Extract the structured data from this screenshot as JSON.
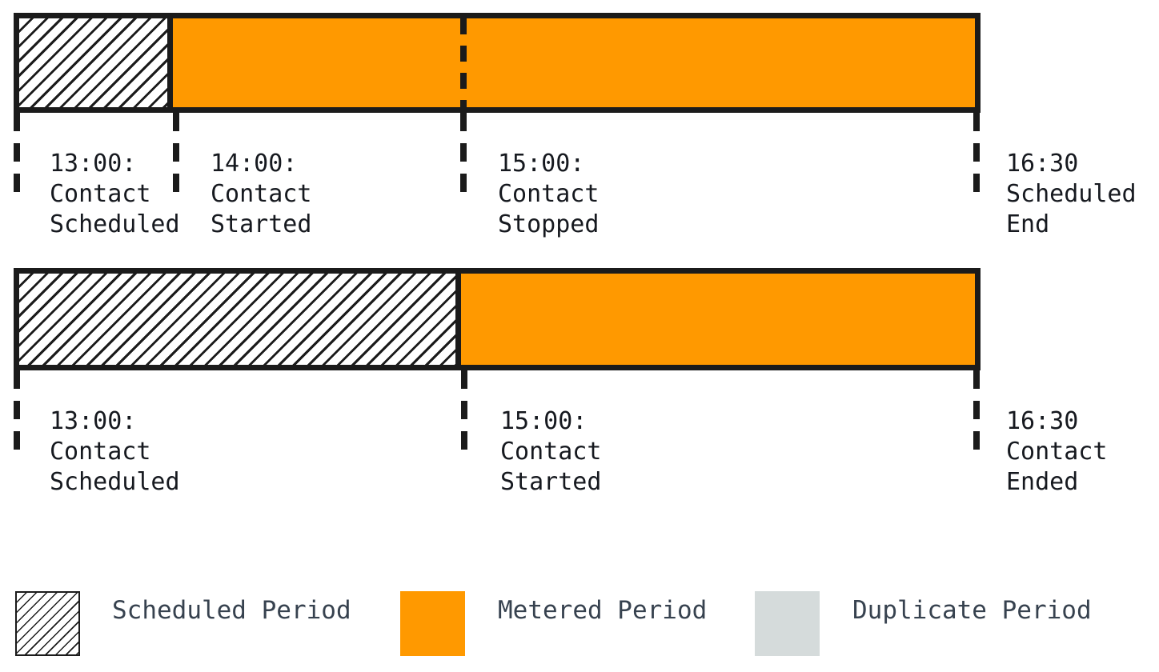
{
  "diagram": {
    "colors": {
      "ink": "#1b1b1b",
      "metered_orange": "#ff9900",
      "duplicate_gray": "#d5dbdb",
      "event_label_text": "#16191f",
      "legend_text": "#37424f"
    },
    "scenario1": {
      "segments": [
        {
          "type": "scheduled",
          "from": "13:00",
          "to": "14:00",
          "style": "hatched"
        },
        {
          "type": "metered",
          "from": "14:00",
          "to": "16:30",
          "style": "orange"
        }
      ],
      "dashed_marker_at": "15:00",
      "events": [
        {
          "time": "13:00",
          "event": "Contact Scheduled",
          "lines": [
            "13:00:",
            "Contact",
            "Scheduled"
          ]
        },
        {
          "time": "14:00",
          "event": "Contact Started",
          "lines": [
            "14:00:",
            "Contact",
            "Started"
          ]
        },
        {
          "time": "15:00",
          "event": "Contact Stopped",
          "lines": [
            "15:00:",
            "Contact",
            "Stopped"
          ]
        },
        {
          "time": "16:30",
          "event": "Scheduled End",
          "lines": [
            "16:30",
            "Scheduled",
            "End"
          ]
        }
      ]
    },
    "scenario2": {
      "segments": [
        {
          "type": "scheduled",
          "from": "13:00",
          "to": "15:00",
          "style": "hatched"
        },
        {
          "type": "metered",
          "from": "15:00",
          "to": "16:30",
          "style": "orange"
        }
      ],
      "events": [
        {
          "time": "13:00",
          "event": "Contact Scheduled",
          "lines": [
            "13:00:",
            "Contact",
            "Scheduled"
          ]
        },
        {
          "time": "15:00",
          "event": "Contact Started",
          "lines": [
            "15:00:",
            "Contact",
            "Started"
          ]
        },
        {
          "time": "16:30",
          "event": "Contact Ended",
          "lines": [
            "16:30",
            "Contact",
            "Ended"
          ]
        }
      ]
    },
    "legend": {
      "items": [
        {
          "label": "Scheduled Period",
          "swatch": "hatched"
        },
        {
          "label": "Metered Period",
          "swatch": "solid",
          "color": "#ff9900"
        },
        {
          "label": "Duplicate Period",
          "swatch": "solid",
          "color": "#d5dbdb"
        }
      ]
    }
  }
}
